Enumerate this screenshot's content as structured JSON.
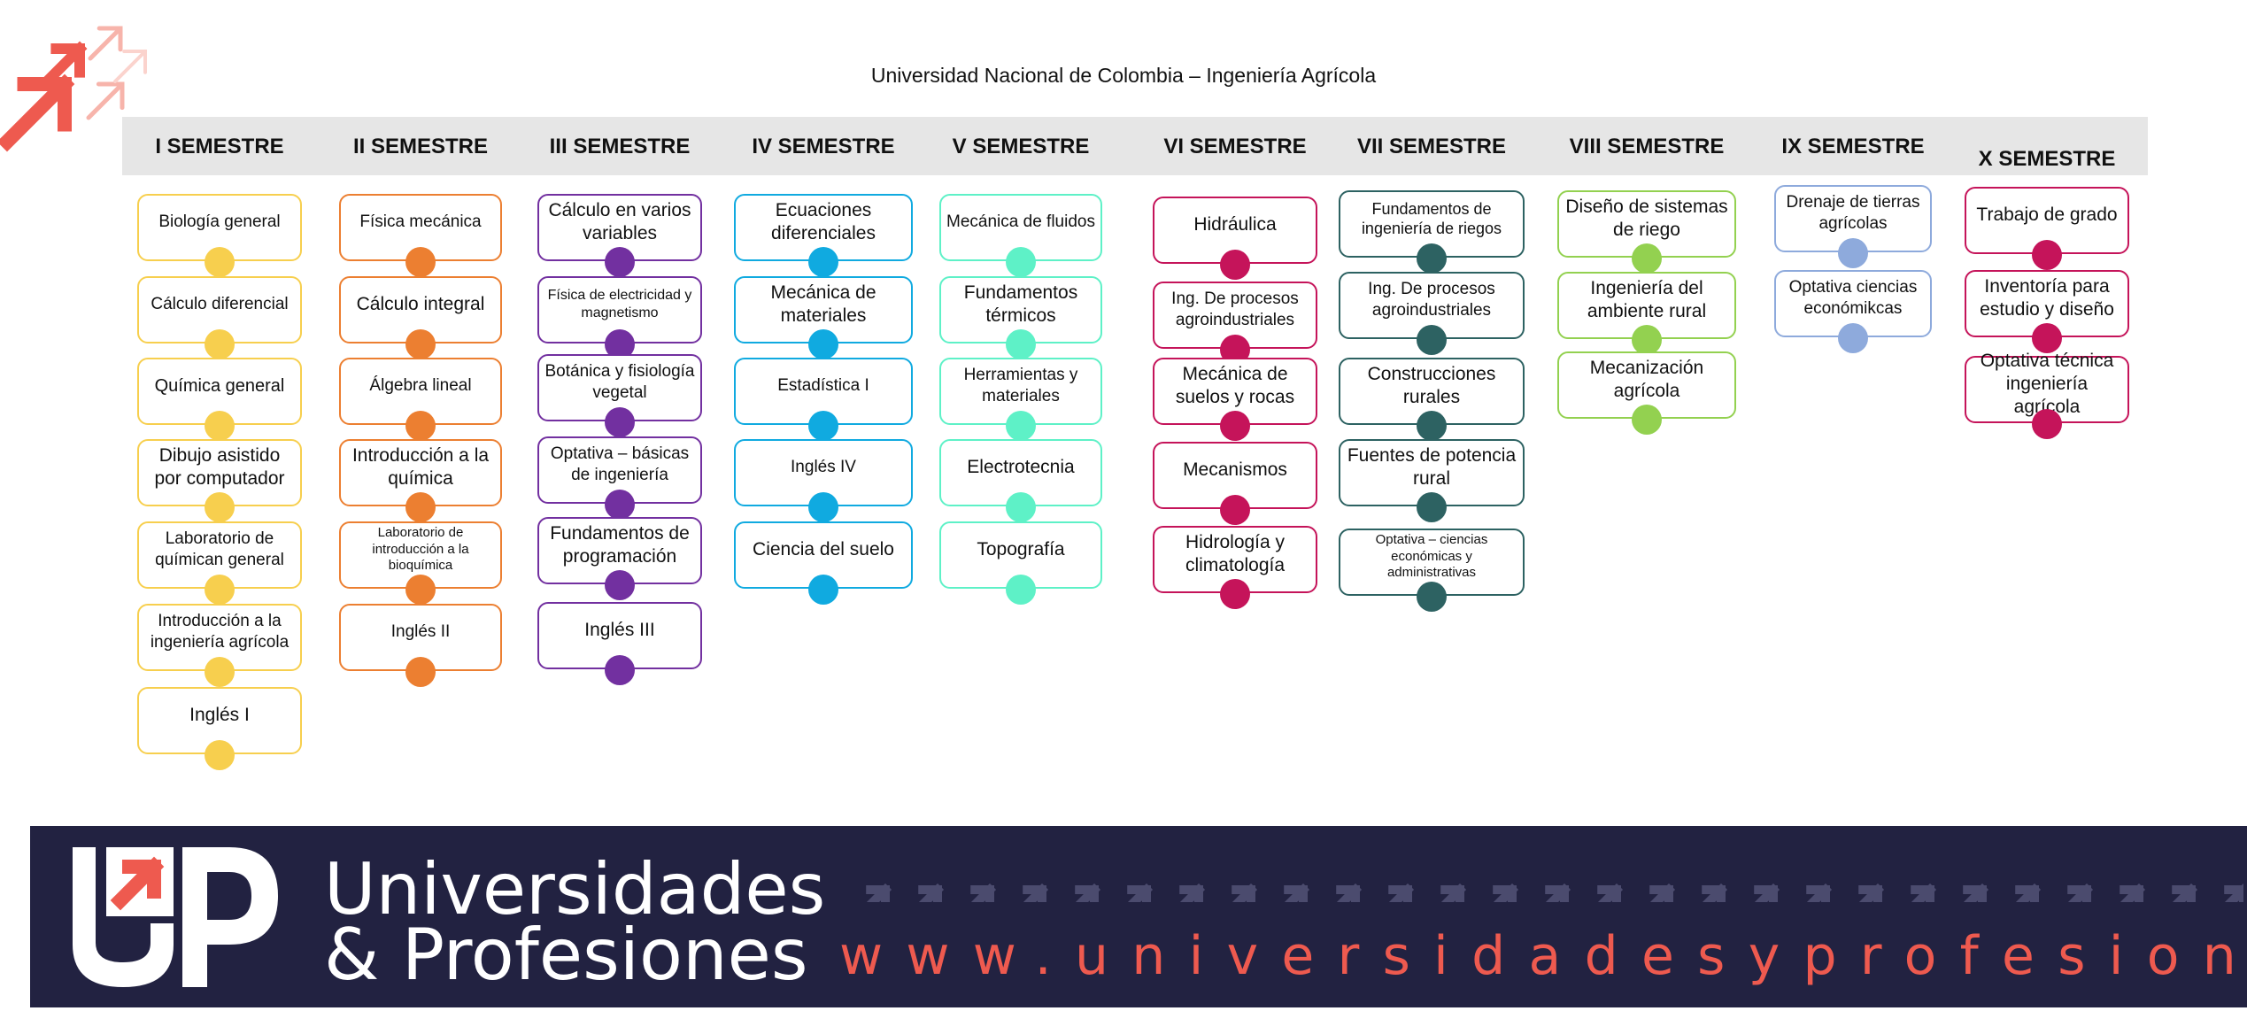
{
  "title": "Universidad Nacional de Colombia – Ingeniería Agrícola",
  "colors": {
    "header_band": "#e6e6e6",
    "footer_bg": "#222241",
    "brand_accent": "#ee5a4f",
    "logo_arrow_light": "#f7b4ab"
  },
  "icons": {
    "logo_arrows": "arrow-up-right-icon",
    "footer_arrows": "arrow-up-right-icon"
  },
  "semesters": [
    {
      "name": "I SEMESTRE",
      "color": "#f7cf4e",
      "courses": [
        "Biología general",
        "Cálculo diferencial",
        "Química general",
        "Dibujo asistido por computador",
        "Laboratorio de químican general",
        "Introducción a la ingeniería agrícola",
        "Inglés I"
      ]
    },
    {
      "name": "II SEMESTRE",
      "color": "#ec7f31",
      "courses": [
        "Física mecánica",
        "Cálculo integral",
        "Álgebra lineal",
        "Introducción a la química",
        "Laboratorio de introducción a la bioquímica",
        "Inglés II"
      ]
    },
    {
      "name": "III SEMESTRE",
      "color": "#7230a0",
      "courses": [
        "Cálculo en varios variables",
        "Física de electricidad y magnetismo",
        "Botánica y fisiología vegetal",
        "Optativa – básicas de ingeniería",
        "Fundamentos de programación",
        "Inglés III"
      ]
    },
    {
      "name": "IV SEMESTRE",
      "color": "#10aae0",
      "courses": [
        "Ecuaciones diferenciales",
        "Mecánica de materiales",
        "Estadística I",
        "Inglés IV",
        "Ciencia del suelo"
      ]
    },
    {
      "name": "V SEMESTRE",
      "color": "#5ef1c7",
      "courses": [
        "Mecánica de fluidos",
        "Fundamentos térmicos",
        "Herramientas y materiales",
        "Electrotecnia",
        "Topografía"
      ]
    },
    {
      "name": "VI SEMESTRE",
      "color": "#c5145a",
      "courses": [
        "Hidráulica",
        "Ing. De procesos agroindustriales",
        "Mecánica de suelos y rocas",
        "Mecanismos",
        "Hidrología y climatología"
      ]
    },
    {
      "name": "VII SEMESTRE",
      "color": "#2d6262",
      "courses": [
        "Fundamentos de ingeniería de riegos",
        "Ing. De procesos agroindustriales",
        "Construcciones rurales",
        "Fuentes de potencia rural",
        "Optativa – ciencias económicas y administrativas"
      ]
    },
    {
      "name": "VIII SEMESTRE",
      "color": "#93d150",
      "courses": [
        "Diseño de sistemas de riego",
        "Ingeniería del ambiente rural",
        "Mecanización agrícola"
      ]
    },
    {
      "name": "IX SEMESTRE",
      "color": "#8eaadc",
      "courses": [
        "Drenaje de tierras agrícolas",
        "Optativa ciencias económikcas"
      ]
    },
    {
      "name": "X SEMESTRE",
      "color": "#c5145a",
      "courses": [
        "Trabajo de grado",
        "Inventoría para estudio y diseño",
        "Optativa técnica ingeniería agrícola"
      ]
    }
  ],
  "footer": {
    "logo_text": "UP",
    "brand_line1": "Universidades",
    "brand_line2": "& Profesiones",
    "website": "www.universidadesyprofesiones.com"
  }
}
